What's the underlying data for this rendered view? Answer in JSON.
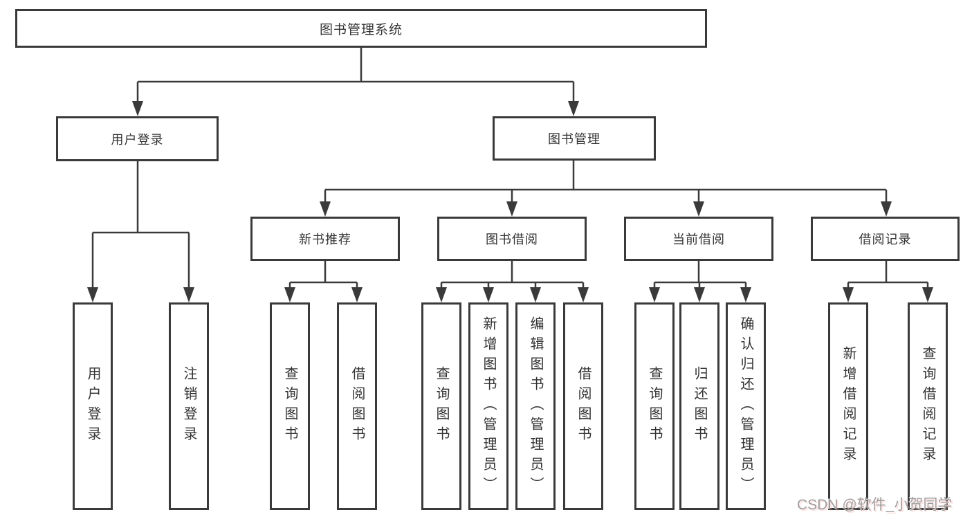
{
  "diagram": {
    "root_label": "图书管理系统",
    "user_login": {
      "label": "用户登录",
      "children": [
        "用户登录",
        "注销登录"
      ]
    },
    "book_mgmt": {
      "label": "图书管理"
    },
    "groups": [
      {
        "label": "新书推荐",
        "children": [
          "查询图书",
          "借阅图书"
        ]
      },
      {
        "label": "图书借阅",
        "children": [
          "查询图书",
          "新增图书（管理员）",
          "编辑图书（管理员）",
          "借阅图书"
        ]
      },
      {
        "label": "当前借阅",
        "children": [
          "查询图书",
          "归还图书",
          "确认归还（管理员）"
        ]
      },
      {
        "label": "借阅记录",
        "children": [
          "新增借阅记录",
          "查询借阅记录"
        ]
      }
    ]
  },
  "watermark": {
    "text": "CSDN @软件_小贺同学"
  },
  "colors": {
    "line": "#3a3a3a",
    "text": "#333333",
    "watermark": "#9e9e9e",
    "background": "#ffffff"
  }
}
